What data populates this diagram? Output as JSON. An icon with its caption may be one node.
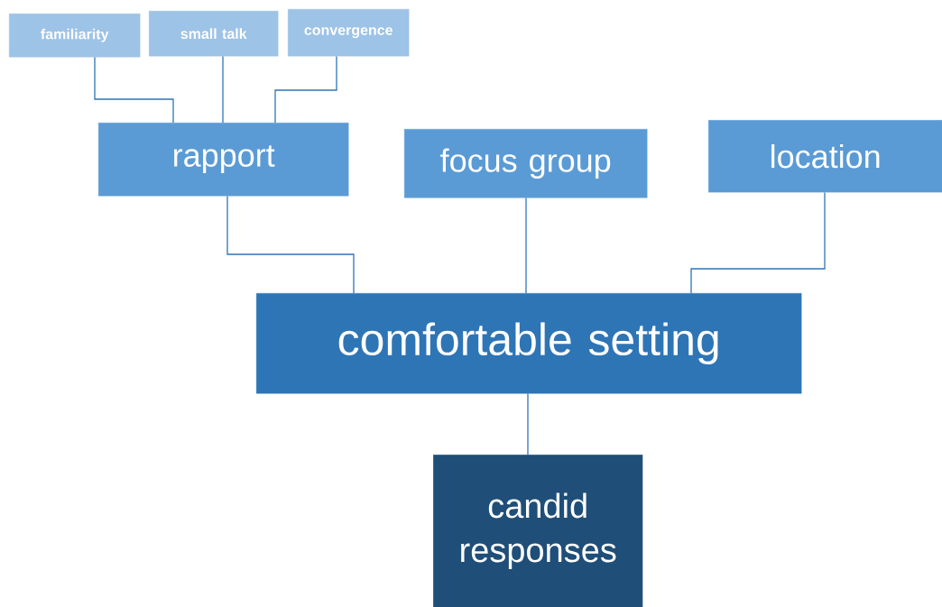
{
  "diagram": {
    "nodes": [
      {
        "text": [
          "familiarity"
        ]
      },
      {
        "text": [
          "small talk"
        ]
      },
      {
        "text": [
          "convergence"
        ]
      },
      {
        "text": [
          "rapport"
        ]
      },
      {
        "text": [
          "focus group"
        ]
      },
      {
        "text": [
          "location"
        ]
      },
      {
        "text": [
          "comfortable setting"
        ]
      },
      {
        "text": [
          "candid responses"
        ]
      }
    ],
    "edges": [
      {
        "from": 0,
        "to": 3,
        "arrow": "none"
      },
      {
        "from": 1,
        "to": 3,
        "arrow": "none"
      },
      {
        "from": 2,
        "to": 3,
        "arrow": "none"
      },
      {
        "from": 3,
        "to": 6,
        "arrow": "none"
      },
      {
        "from": 4,
        "to": 6,
        "arrow": "none"
      },
      {
        "from": 5,
        "to": 6,
        "arrow": "none"
      },
      {
        "from": 6,
        "to": 7,
        "arrow": "none"
      }
    ]
  }
}
